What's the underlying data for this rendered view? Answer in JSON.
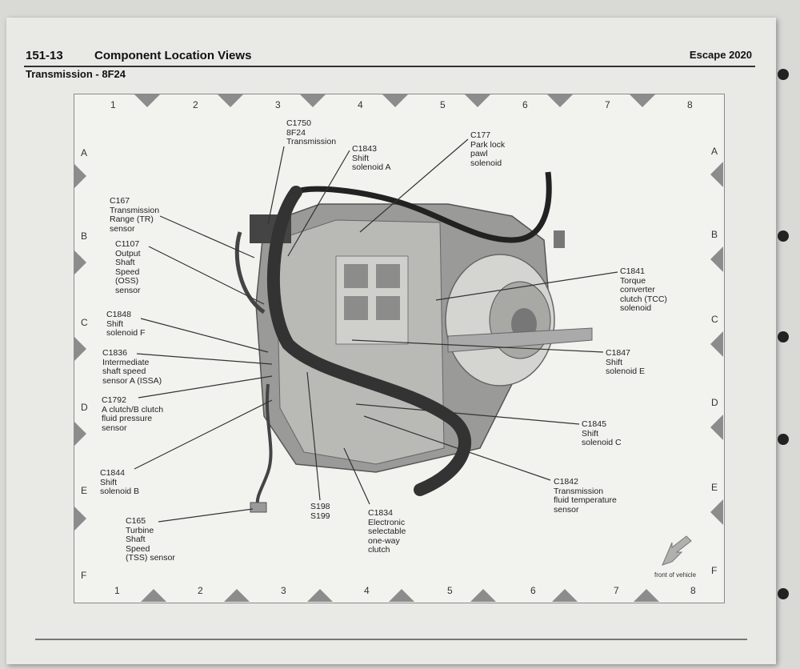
{
  "header": {
    "section": "151-13",
    "title": "Component Location Views",
    "vehicle": "Escape 2020",
    "subtitle": "Transmission - 8F24"
  },
  "grid": {
    "columns_top": [
      "1",
      "2",
      "3",
      "4",
      "5",
      "6",
      "7",
      "8"
    ],
    "columns_bottom": [
      "1",
      "2",
      "3",
      "4",
      "5",
      "6",
      "7",
      "8"
    ],
    "rows": [
      "A",
      "B",
      "C",
      "D",
      "E",
      "F"
    ]
  },
  "callouts": [
    {
      "id": "c1750",
      "text": "C1750\n8F24\nTransmission"
    },
    {
      "id": "c1843",
      "text": "C1843\nShift\nsolenoid A"
    },
    {
      "id": "c177",
      "text": "C177\nPark lock\npawl\nsolenoid"
    },
    {
      "id": "c167",
      "text": "C167\nTransmission\nRange (TR)\nsensor"
    },
    {
      "id": "c1107",
      "text": "C1107\nOutput\nShaft\nSpeed\n(OSS)\nsensor"
    },
    {
      "id": "c1841",
      "text": "C1841\nTorque\nconverter\nclutch (TCC)\nsolenoid"
    },
    {
      "id": "c1848",
      "text": "C1848\nShift\nsolenoid F"
    },
    {
      "id": "c1836",
      "text": "C1836\nIntermediate\nshaft speed\nsensor A (ISSA)"
    },
    {
      "id": "c1847",
      "text": "C1847\nShift\nsolenoid E"
    },
    {
      "id": "c1792",
      "text": "C1792\nA clutch/B clutch\nfluid pressure\nsensor"
    },
    {
      "id": "c1845",
      "text": "C1845\nShift\nsolenoid C"
    },
    {
      "id": "c1844",
      "text": "C1844\nShift\nsolenoid B"
    },
    {
      "id": "c1842",
      "text": "C1842\nTransmission\nfluid temperature\nsensor"
    },
    {
      "id": "s198",
      "text": "S198\nS199"
    },
    {
      "id": "c1834",
      "text": "C1834\nElectronic\nselectable\none-way\nclutch"
    },
    {
      "id": "c165",
      "text": "C165\nTurbine\nShaft\nSpeed\n(TSS) sensor"
    }
  ],
  "footer": {
    "orientation": "front of vehicle"
  },
  "colors": {
    "page": "#e9e9e6",
    "frame": "#f2f2ef",
    "triangle": "#8c8c8c",
    "ink": "#222222"
  }
}
